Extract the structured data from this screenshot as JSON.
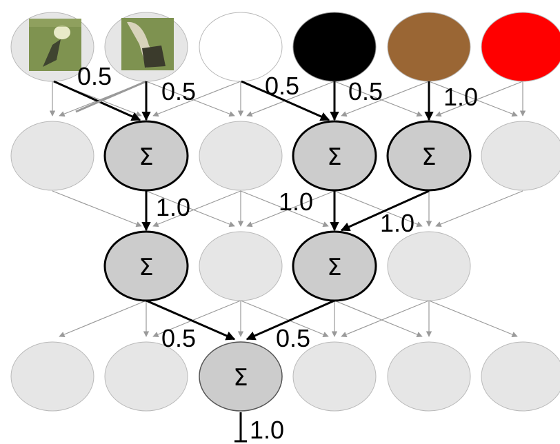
{
  "node_symbol": "Σ",
  "colors": {
    "inactive_fill": "#e6e6e6",
    "active_fill": "#cccccc",
    "gray_edge": "#9a9a9a",
    "black_edge": "#000000",
    "input_white": "#ffffff",
    "input_black": "#000000",
    "input_brown": "#9a6634",
    "input_red": "#ff0000"
  },
  "input_icons": [
    "image-patch-icon",
    "image-patch-icon"
  ],
  "edge_weights": {
    "l1_in1_to_n1": "0.5",
    "l1_in2_to_n1": "0.5",
    "l1_in3_to_n3": "0.5",
    "l1_in4_to_n3": "0.5",
    "l1_in5_to_n4": "1.0",
    "l2_n1_to_m1": "1.0",
    "l2_n3_to_m3": "1.0",
    "l2_n4_to_m3": "1.0",
    "l3_m1_to_out": "0.5",
    "l3_m3_to_out": "0.5",
    "output": "1.0"
  }
}
